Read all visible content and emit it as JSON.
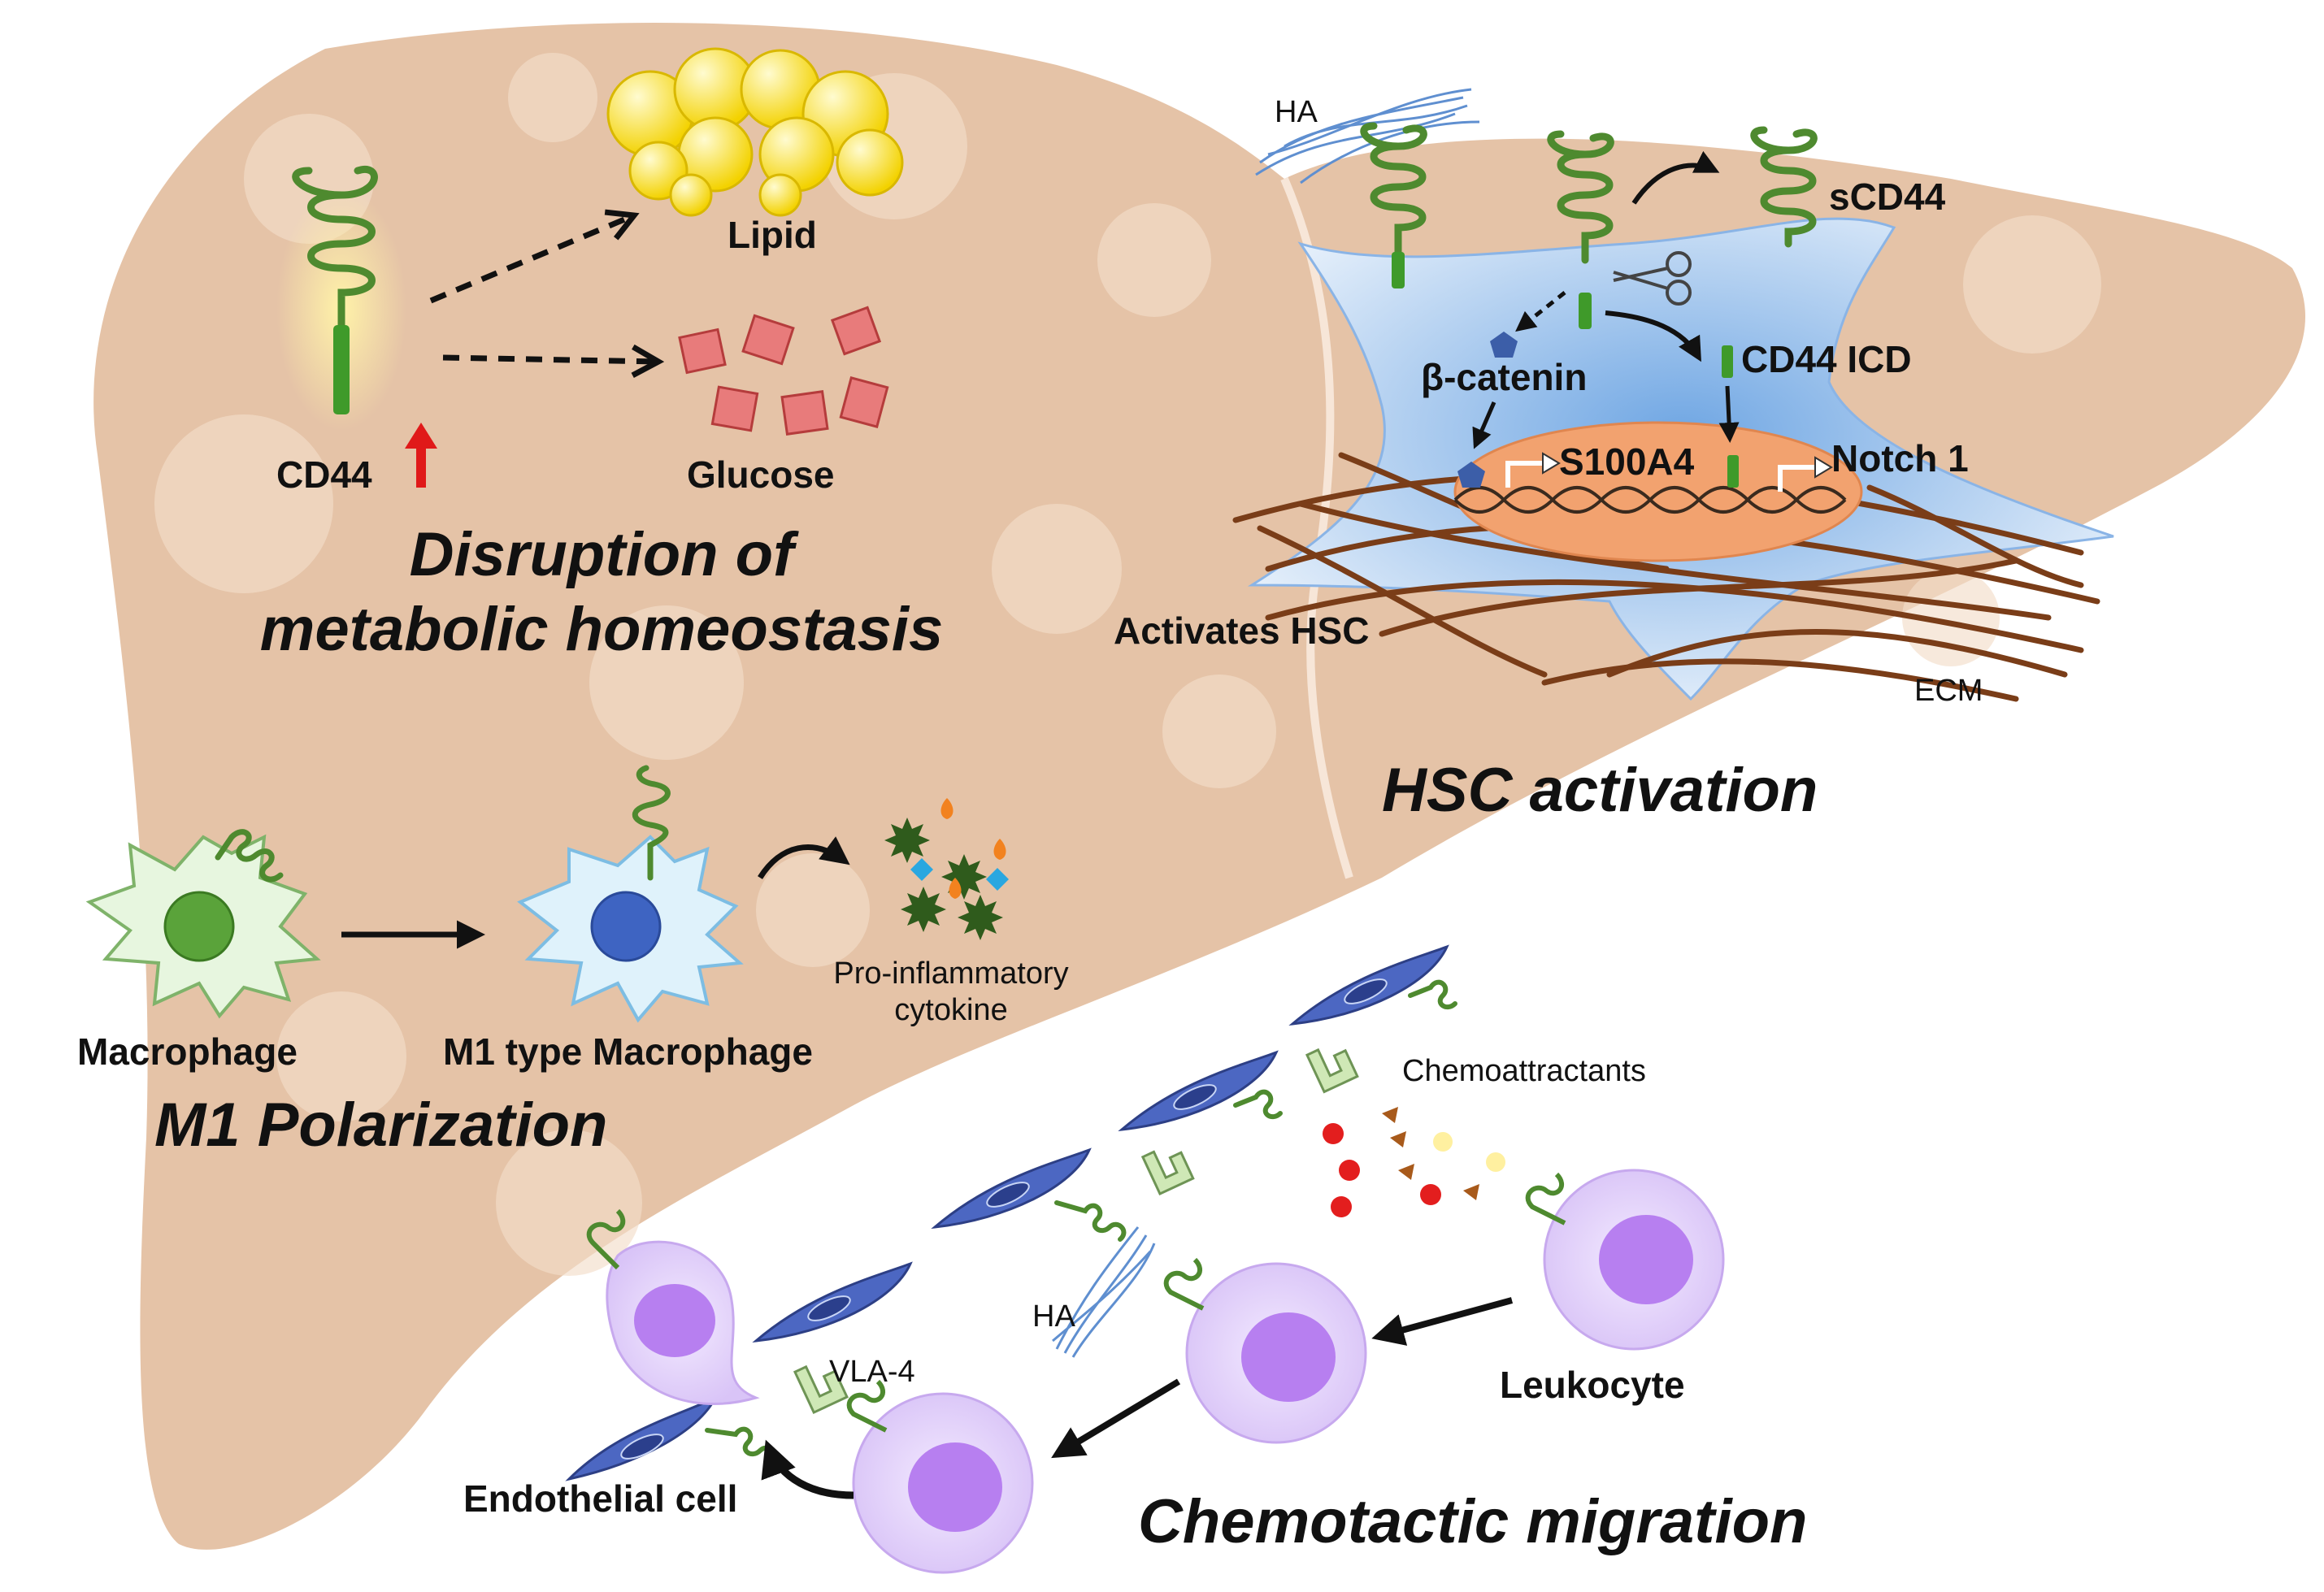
{
  "metabolic": {
    "lipid_label": "Lipid",
    "glucose_label": "Glucose",
    "cd44_label": "CD44",
    "title_line1": "Disruption of",
    "title_line2": "metabolic homeostasis"
  },
  "hsc": {
    "ha_label": "HA",
    "scd44_label": "sCD44",
    "beta_catenin_label": "β-catenin",
    "cd44_icd_label": "CD44 ICD",
    "s100a4_label": "S100A4",
    "notch1_label": "Notch 1",
    "activates_label": "Activates HSC",
    "ecm_label": "ECM",
    "title": "HSC activation"
  },
  "m1": {
    "macrophage_label": "Macrophage",
    "m1_macrophage_label": "M1 type Macrophage",
    "cytokine_line1": "Pro-inflammatory",
    "cytokine_line2": "cytokine",
    "title": "M1 Polarization"
  },
  "migration": {
    "chemoattractants_label": "Chemoattractants",
    "ha_label": "HA",
    "vla4_label": "VLA-4",
    "leukocyte_label": "Leukocyte",
    "endothelial_label": "Endothelial cell",
    "title": "Chemotactic migration"
  },
  "colors": {
    "liver": "#e5c3a7",
    "cd44_green": "#4e8a2f",
    "nucleus_orange": "#f2a26f",
    "hsc_blue": "#a8cbf0",
    "ecm_brown": "#7a3d18",
    "endothelial_blue": "#4c67c2",
    "leukocyte_violet": "#b77ff0",
    "arrow_red": "#e01919"
  }
}
